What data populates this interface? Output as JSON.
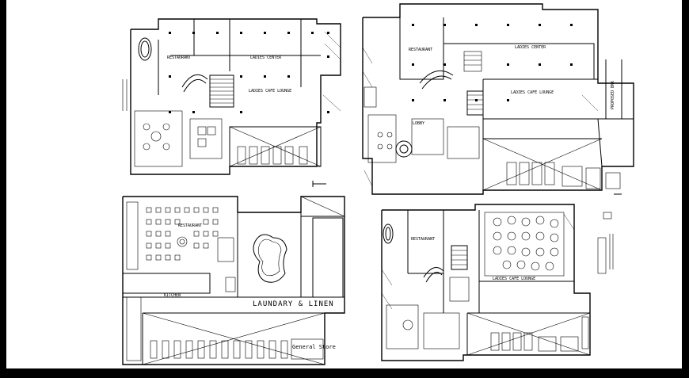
{
  "plans": [
    {
      "id": "top-left",
      "labels": {
        "restaurant": "RESTAURANT",
        "ladies_center": "LADIES CENTER",
        "ladies_cafe": "LADIES CAFE LOUNGE"
      }
    },
    {
      "id": "top-right",
      "labels": {
        "restaurant": "RESTAURANT",
        "ladies_center": "LADIES CENTER",
        "ladies_cafe": "LADIES CAFE LOUNGE",
        "lobby": "LOBBY",
        "side_text": "PROPOSED BNK"
      }
    },
    {
      "id": "bottom-left",
      "labels": {
        "restaurant": "RESTAURANT",
        "kitchen": "KITCHEN",
        "laundry": "LAUNDARY & LINEN",
        "general_store": "General Store"
      }
    },
    {
      "id": "bottom-right",
      "labels": {
        "restaurant": "RESTAURANT",
        "ladies_cafe": "LADIES CAFE LOUNGE"
      }
    }
  ]
}
